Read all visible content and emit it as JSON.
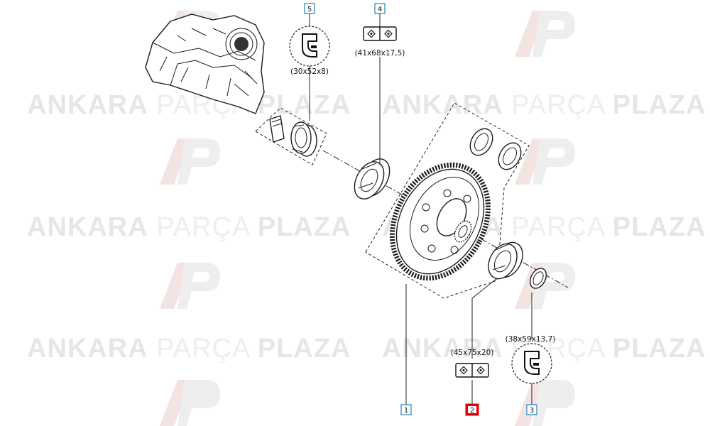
{
  "watermark": {
    "word1": "ANKARA",
    "word2": "PARÇA",
    "word3": "PLAZA",
    "logo": "AP"
  },
  "callouts": [
    {
      "id": "c1",
      "number": "1",
      "color": "#2b8fc0"
    },
    {
      "id": "c2",
      "number": "2",
      "color": "#e00000",
      "highlighted": true
    },
    {
      "id": "c3",
      "number": "3",
      "color": "#2b8fc0"
    },
    {
      "id": "c4",
      "number": "4",
      "color": "#2b8fc0"
    },
    {
      "id": "c5",
      "number": "5",
      "color": "#2b8fc0"
    }
  ],
  "dimensions": {
    "part2": "(45x75x20)",
    "part3": "(38x59x13,7)",
    "part4": "(41x68x17,5)",
    "part5": "(30x52x8)"
  },
  "icons": [
    "gearbox-housing-icon",
    "oil-seal-icon",
    "bearing-symbol-icon",
    "differential-gear-icon",
    "taper-bearing-icon",
    "circlip-icon",
    "shim-icon",
    "sleeve-icon"
  ]
}
